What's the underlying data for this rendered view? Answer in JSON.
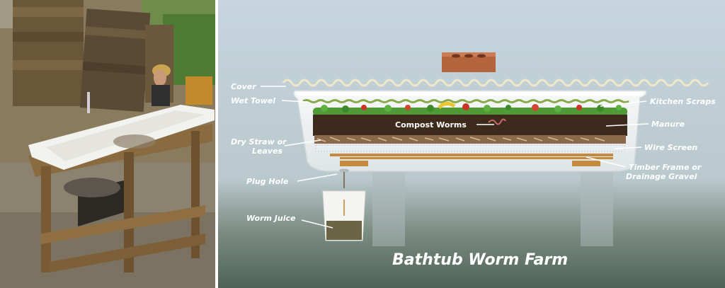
{
  "diagram": {
    "title": "Bathtub Worm Farm",
    "labels": {
      "cover": "Cover",
      "wet_towel": "Wet Towel",
      "kitchen_scraps": "Kitchen Scraps",
      "manure": "Manure",
      "compost_worms": "Compost Worms",
      "dry_straw_1": "Dry Straw or",
      "dry_straw_2": "Leaves",
      "wire_screen": "Wire Screen",
      "timber_1": "Timber Frame or",
      "timber_2": "Drainage Gravel",
      "plug_hole": "Plug Hole",
      "worm_juice": "Worm Juice"
    }
  },
  "colors": {
    "sky": "#c9d7df",
    "ground": "#57695e",
    "soil": "#3d2a1c",
    "greens": "#4f9a36",
    "brick": "#b5643e"
  }
}
